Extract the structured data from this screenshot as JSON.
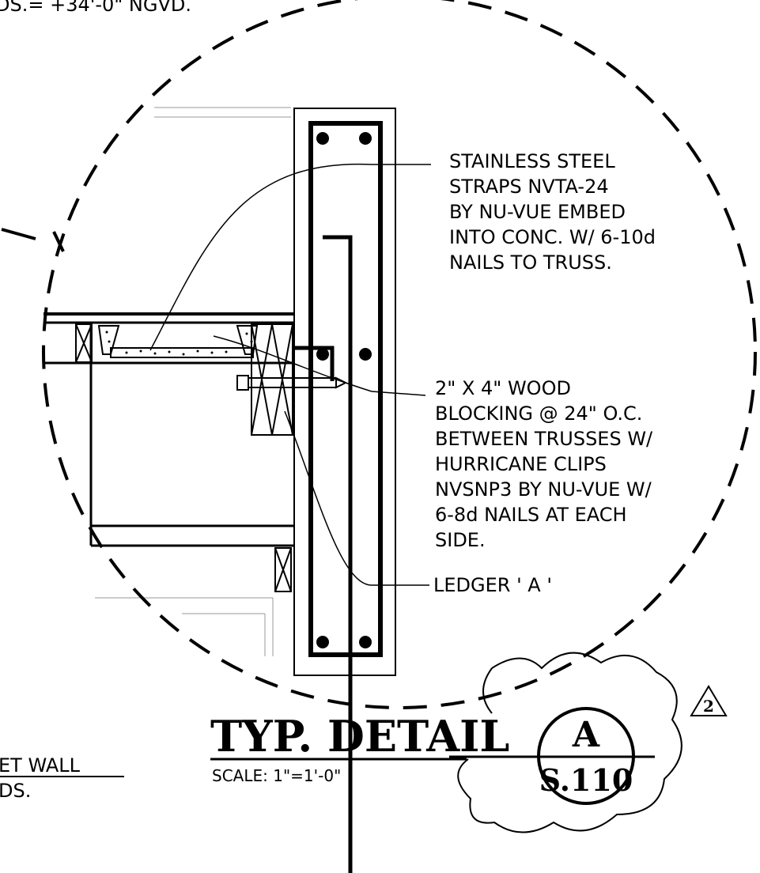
{
  "top_fragment": "DS.= +34'-0\" NGVD.",
  "callouts": {
    "straps": [
      "STAINLESS STEEL",
      "STRAPS NVTA-24",
      "BY NU-VUE EMBED",
      "INTO CONC. W/ 6-10d",
      "NAILS TO TRUSS."
    ],
    "blocking": [
      "2\" X 4\" WOOD",
      "BLOCKING @ 24\" O.C.",
      "BETWEEN TRUSSES W/",
      "HURRICANE CLIPS",
      "NVSNP3 BY NU-VUE W/",
      "6-8d NAILS AT EACH",
      "SIDE."
    ],
    "ledger": "LEDGER ' A '"
  },
  "title_block": {
    "title": "TYP. DETAIL",
    "scale": "SCALE: 1\"=1'-0\"",
    "detail_letter": "A",
    "sheet": "S.110",
    "revision": "2"
  },
  "bottom_left_fragment": [
    "ET WALL",
    "DS."
  ]
}
